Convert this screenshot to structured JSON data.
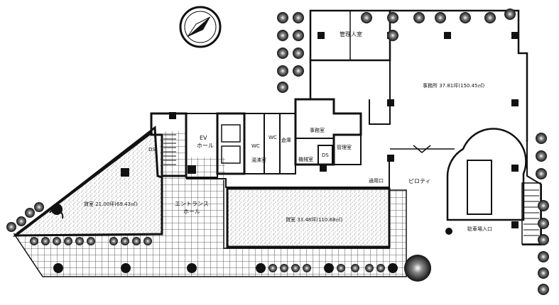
{
  "labels": {
    "kanri": "管理人室",
    "jimusho": "事務所 37.81坪(150.45㎡)",
    "ev": "EV",
    "hall": "ホール",
    "wc1": "WC",
    "wc2": "WC",
    "yuseishitsu": "湯沸室",
    "soko": "倉庫",
    "jimushitsu": "事務室",
    "kanrishitsu2": "管理室",
    "kikaishitsu": "機械室",
    "ds1": "DS",
    "ds2": "DS",
    "entrance1": "エントランス",
    "entrance2": "ホール",
    "tsuyoguchi": "通用口",
    "piloti": "ピロティ",
    "shitsu_left": "貸室 21.00坪(69.43㎡)",
    "shitsu_center": "貸室 33.48坪(110.68㎡)",
    "parking": "駐車場入口"
  },
  "colors": {
    "wall": "#111111",
    "paving": "#444444",
    "shrub": "#222222"
  }
}
